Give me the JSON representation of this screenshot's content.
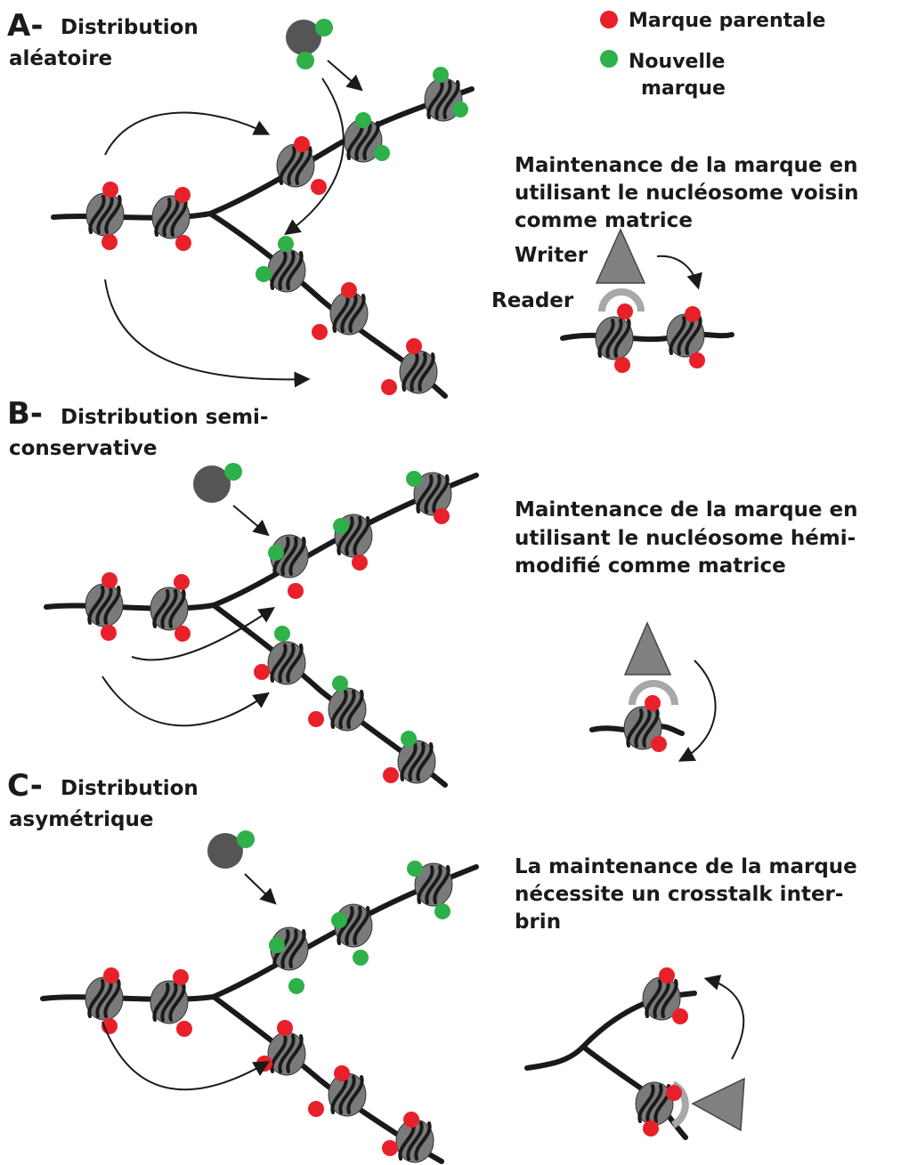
{
  "colors": {
    "parental": "#e8202a",
    "new": "#2eb04a",
    "dna": "#1a1a1a",
    "nucleosome": "#7a7a7a",
    "nucleosome_dark": "#555555",
    "writer": "#808080",
    "reader": "#a8a8a8"
  },
  "legend": {
    "parental_label": "Marque parentale",
    "new_label_line1": "Nouvelle",
    "new_label_line2": "marque"
  },
  "panels": [
    {
      "letter": "A-",
      "title_line1": "Distribution",
      "title_line2": "aléatoire",
      "caption_lines": [
        "Maintenance de la marque en",
        "utilisant le nucléosome voisin",
        "comme matrice"
      ],
      "writer_label": "Writer",
      "reader_label": "Reader"
    },
    {
      "letter": "B-",
      "title_line1": "Distribution semi-",
      "title_line2": "conservative",
      "caption_lines": [
        "Maintenance de la marque en",
        "utilisant le nucléosome hémi-",
        "modifié comme matrice"
      ]
    },
    {
      "letter": "C-",
      "title_line1": "Distribution",
      "title_line2": "asymétrique",
      "caption_lines": [
        "La maintenance de la marque",
        "nécessite un crosstalk inter-",
        "brin"
      ]
    }
  ]
}
